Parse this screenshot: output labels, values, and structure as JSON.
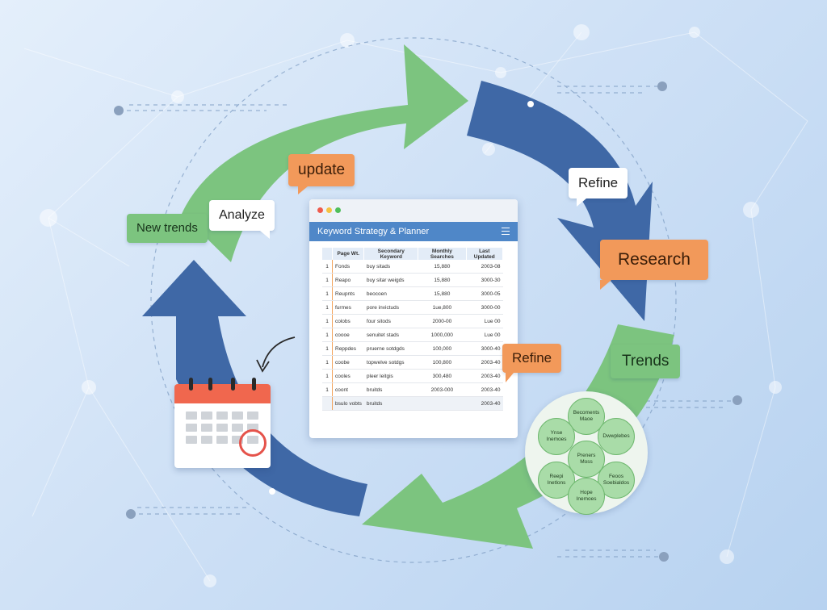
{
  "labels": {
    "update": "update",
    "analyze": "Analyze",
    "new_trends": "New trends",
    "refine_top": "Refine",
    "research": "Research",
    "trends": "Trends",
    "refine_mid": "Refine"
  },
  "planner": {
    "title": "Keyword Strategy & Planner",
    "columns": [
      "Page Wt.",
      "Secondary Keyword",
      "Monthly Searches",
      "Last Updated"
    ],
    "rows": [
      {
        "idx": "1",
        "keyword": "Fonds",
        "secondary": "buy sitads",
        "searches": "15,880",
        "updated": "2003-08"
      },
      {
        "idx": "1",
        "keyword": "Reapo",
        "secondary": "buy sitar weigds",
        "searches": "15,880",
        "updated": "3000-30"
      },
      {
        "idx": "1",
        "keyword": "Reupnts",
        "secondary": "beocoen",
        "searches": "15,880",
        "updated": "3000-05"
      },
      {
        "idx": "1",
        "keyword": "furmes",
        "secondary": "pore invictuds",
        "searches": "1ue,800",
        "updated": "3000-00"
      },
      {
        "idx": "1",
        "keyword": "colobs",
        "secondary": "four sitods",
        "searches": "2000-00",
        "updated": "Lue 00"
      },
      {
        "idx": "1",
        "keyword": "coooe",
        "secondary": "senuitet stads",
        "searches": "1000,000",
        "updated": "Lue 00"
      },
      {
        "idx": "1",
        "keyword": "Reppdes",
        "secondary": "pruerne sotdgds",
        "searches": "100,000",
        "updated": "3000-40"
      },
      {
        "idx": "1",
        "keyword": "coobe",
        "secondary": "topwelve sotdgs",
        "searches": "100,800",
        "updated": "2003-40"
      },
      {
        "idx": "1",
        "keyword": "cooles",
        "secondary": "pleer leitgis",
        "searches": "300,480",
        "updated": "2003-40"
      },
      {
        "idx": "1",
        "keyword": "coont",
        "secondary": "bruitds",
        "searches": "2003-000",
        "updated": "2003-40"
      },
      {
        "idx": "",
        "keyword": "bsulo vobts",
        "secondary": "bruitds",
        "searches": "",
        "updated": "2003-40"
      }
    ]
  },
  "cluster": {
    "nodes": [
      "Becoments\nMaoe",
      "Ynse\nInemoes",
      "Dwwplebes",
      "Preners\nMoss",
      "Reepi\nInetlons",
      "Feoos\nSoebialdos",
      "Hope\nInemoes"
    ]
  },
  "colors": {
    "green_arrow": "#7cc47f",
    "blue_arrow": "#3f68a6",
    "orange": "#f2995a",
    "header_blue": "#4f87c8"
  }
}
